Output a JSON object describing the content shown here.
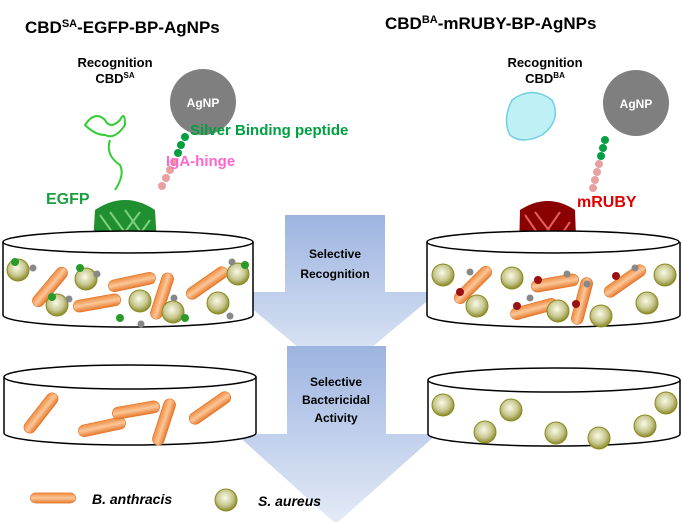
{
  "left_title": {
    "main": "CBD",
    "sup": "SA",
    "rest": "-EGFP-BP-AgNPs"
  },
  "right_title": {
    "main": "CBD",
    "sup": "BA",
    "rest": "-mRUBY-BP-AgNPs"
  },
  "left_construct": {
    "recognition": "Recognition",
    "cbd": "CBD",
    "cbd_sup": "SA",
    "agnp": "AgNP",
    "binding_peptide": "Silver Binding peptide",
    "hinge": "IgA-hinge",
    "protein": "EGFP"
  },
  "right_construct": {
    "recognition": "Recognition",
    "cbd": "CBD",
    "cbd_sup": "BA",
    "agnp": "AgNP",
    "protein": "mRUBY"
  },
  "arrows": {
    "step1": [
      "Selective",
      "Recognition"
    ],
    "step2": [
      "Selective",
      "Bactericidal",
      "Activity"
    ]
  },
  "legend": {
    "rod": "B. anthracis",
    "sphere": "S. aureus"
  },
  "colors": {
    "egfp": "#1a9b3a",
    "mruby": "#8b0000",
    "agnp": "#7f7f7f",
    "hinge": "#e8a0a0",
    "peptide": "#00a040",
    "rod": "#f08a3c",
    "sphere": "#a8a84a",
    "arrow": "#9db4e0",
    "hinge_text": "#ff66cc",
    "mruby_text": "#e00000",
    "cbd_ba": "#8fe0ee"
  }
}
